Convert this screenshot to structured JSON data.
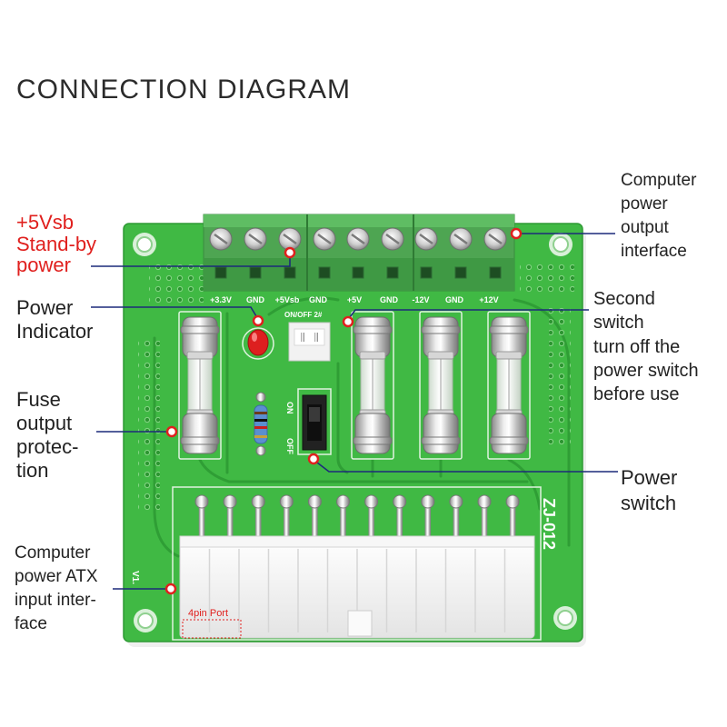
{
  "title": "CONNECTION DIAGRAM",
  "callouts": {
    "standby": {
      "lines": [
        "+5Vsb",
        "Stand-by",
        "power"
      ]
    },
    "indicator": {
      "lines": [
        "Power",
        "Indicator"
      ]
    },
    "fuse": {
      "lines": [
        "Fuse",
        "output",
        "protec-",
        "tion"
      ]
    },
    "atx_input": {
      "lines": [
        "Computer",
        "power ATX",
        "input inter-",
        "face"
      ]
    },
    "output_interface": {
      "lines": [
        "Computer",
        "power",
        "output",
        "interface"
      ]
    },
    "second_switch": {
      "lines": [
        "Second",
        "switch",
        "turn off the",
        "power switch",
        "before use"
      ]
    },
    "power_switch": {
      "lines": [
        "Power",
        "switch"
      ]
    }
  },
  "board": {
    "terminal_labels": [
      "+3.3V",
      "GND",
      "+5Vsb",
      "GND",
      "+5V",
      "GND",
      "-12V",
      "GND",
      "+12V"
    ],
    "connector_label": "ON/OFF 2#",
    "switch_on": "ON",
    "switch_off": "OFF",
    "model": "ZJ-012",
    "version": "V1.",
    "port_label": "4pin Port"
  },
  "colors": {
    "board": "#40b944",
    "callout_line": "#1c2a7a",
    "marker": "#e0201e",
    "standby_text": "#e0201e"
  }
}
